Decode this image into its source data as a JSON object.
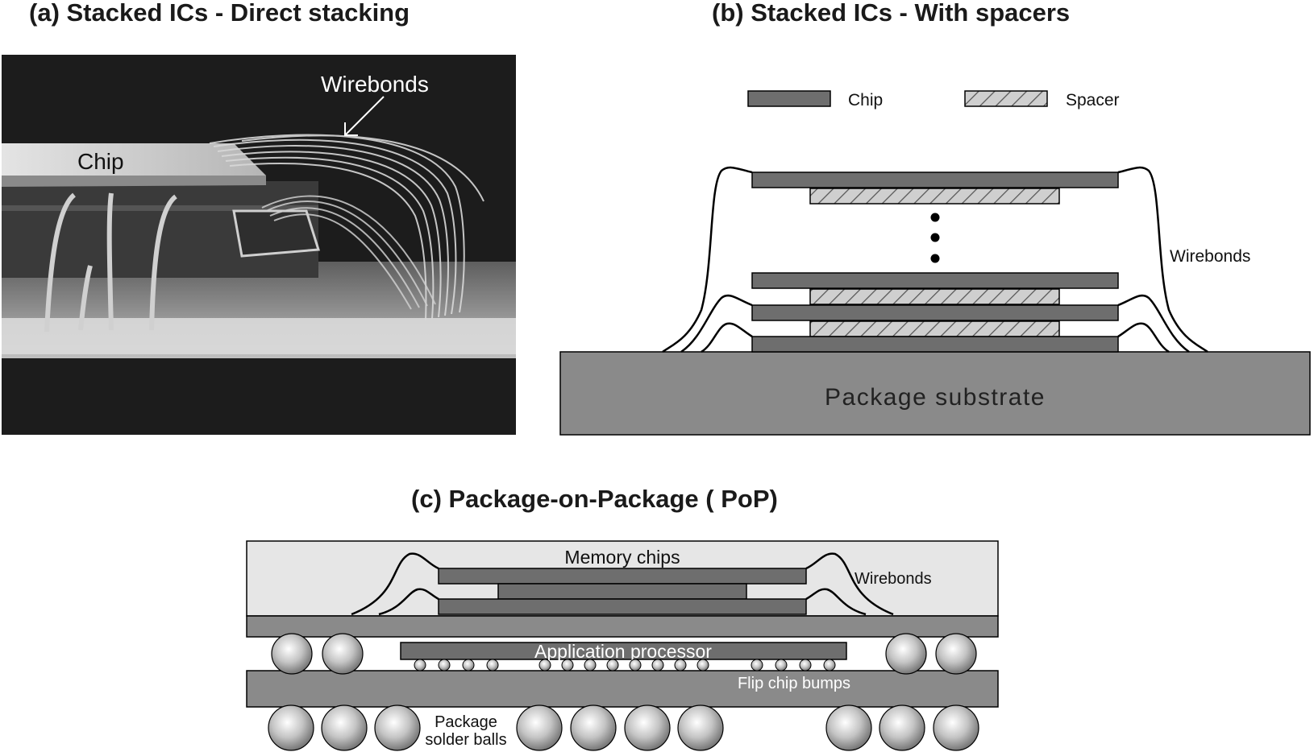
{
  "panel_a": {
    "title": "(a) Stacked ICs - Direct stacking",
    "label_wirebonds": "Wirebonds",
    "label_chip": "Chip"
  },
  "panel_b": {
    "title": "(b) Stacked ICs - With spacers",
    "legend_chip": "Chip",
    "legend_spacer": "Spacer",
    "label_wirebonds": "Wirebonds",
    "label_substrate": "Package substrate"
  },
  "panel_c": {
    "title": "(c) Package-on-Package ( PoP)",
    "label_memory": "Memory chips",
    "label_wirebonds": "Wirebonds",
    "label_app_processor": "Application processor",
    "label_flip_chip": "Flip chip bumps",
    "label_solder_line1": "Package",
    "label_solder_line2": "solder balls"
  },
  "colors": {
    "chip": "#6e6e6e",
    "spacer": "#c8c8c8",
    "substrate": "#8a8a8a",
    "mold": "#e6e6e6",
    "photo_bg": "#1c1c1c",
    "stroke": "#000000"
  }
}
